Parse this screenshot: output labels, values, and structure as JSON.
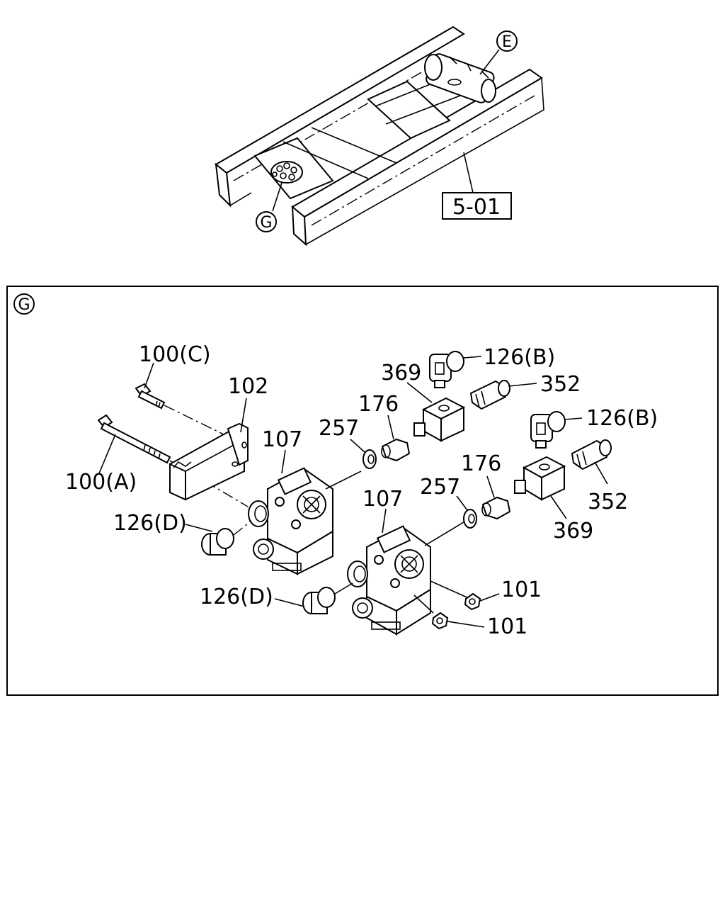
{
  "overview": {
    "callout_e": "E",
    "callout_g": "G",
    "reference_box": "5-01"
  },
  "detail": {
    "callout": "G",
    "labels": {
      "bolt_c": "100(C)",
      "bolt_a": "100(A)",
      "bracket": "102",
      "valve_upper": "107",
      "valve_lower": "107",
      "washer_upper": "257",
      "washer_lower": "257",
      "adapter_upper": "176",
      "adapter_lower": "176",
      "block_upper": "369",
      "block_lower": "369",
      "elbow_upper": "126(B)",
      "elbow_lower": "126(B)",
      "fitting_upper": "352",
      "fitting_lower": "352",
      "plug_upper": "126(D)",
      "plug_lower": "126(D)",
      "nut_upper": "101",
      "nut_lower": "101"
    }
  }
}
